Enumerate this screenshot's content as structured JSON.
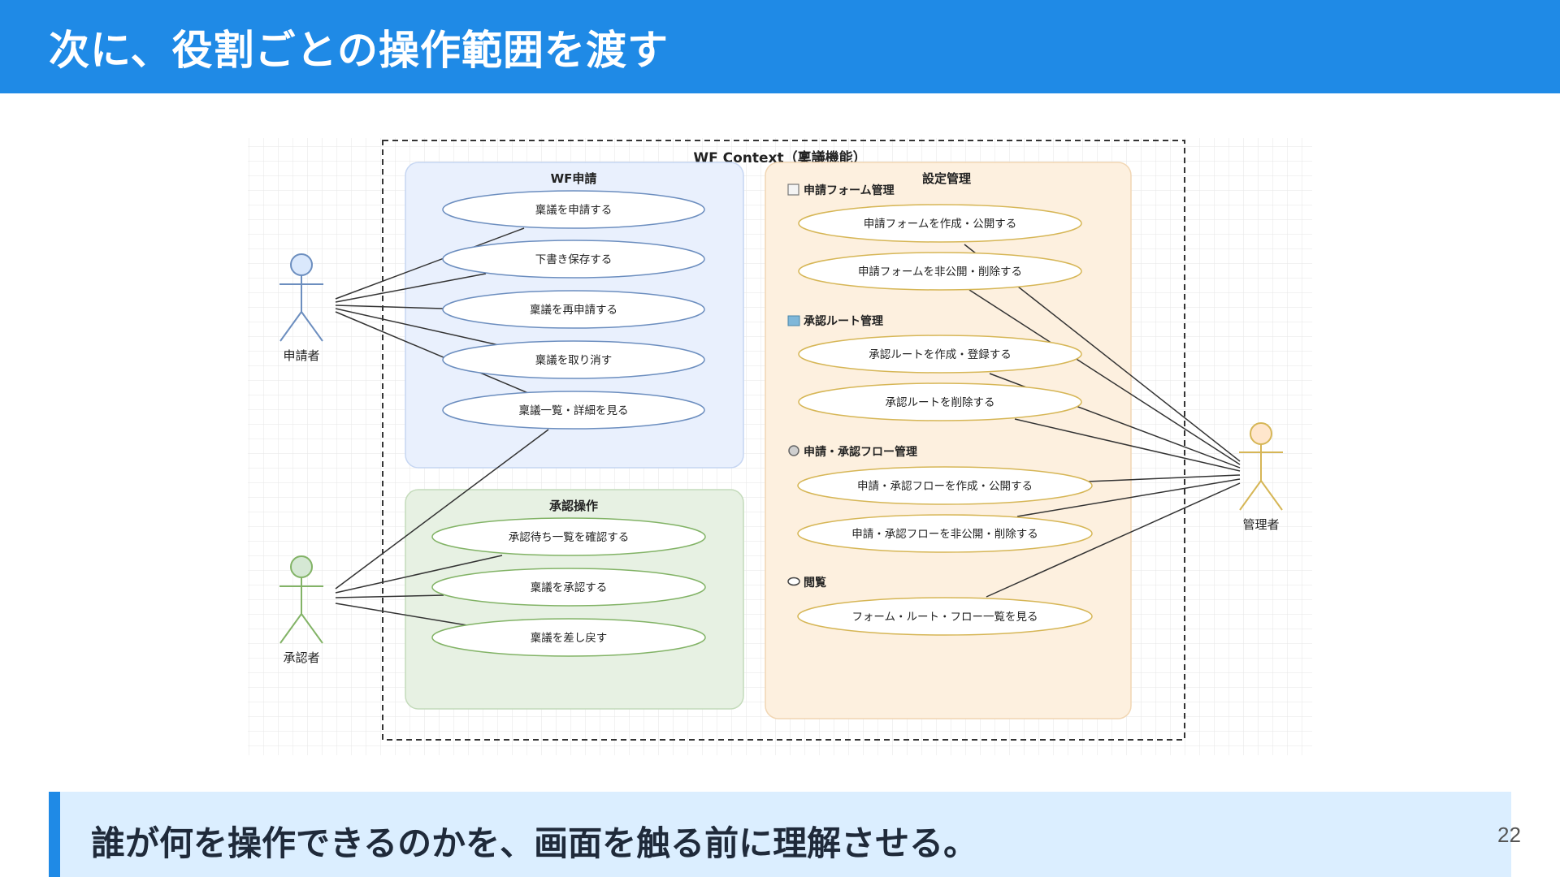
{
  "slide": {
    "title": "次に、役割ごとの操作範囲を渡す",
    "callout": "誰が何を操作できるのかを、画面を触る前に理解させる。",
    "page_number": "22"
  },
  "diagram": {
    "context_label": "WF Context（稟議機能）",
    "groups": {
      "wf_apply": "WF申請",
      "approval_ops": "承認操作",
      "settings": "設定管理"
    },
    "sections": {
      "form_mgmt": "申請フォーム管理",
      "route_mgmt": "承認ルート管理",
      "flow_mgmt": "申請・承認フロー管理",
      "view": "閲覧"
    },
    "actors": {
      "applicant": "申請者",
      "approver": "承認者",
      "admin": "管理者"
    },
    "usecases": {
      "apply": "稟議を申請する",
      "draft_save": "下書き保存する",
      "reapply": "稟議を再申請する",
      "withdraw": "稟議を取り消す",
      "list_detail": "稟議一覧・詳細を見る",
      "pending_list": "承認待ち一覧を確認する",
      "approve": "稟議を承認する",
      "send_back": "稟議を差し戻す",
      "form_create": "申請フォームを作成・公開する",
      "form_unpublish": "申請フォームを非公開・削除する",
      "route_create": "承認ルートを作成・登録する",
      "route_delete": "承認ルートを削除する",
      "flow_create": "申請・承認フローを作成・公開する",
      "flow_unpublish": "申請・承認フローを非公開・削除する",
      "view_all": "フォーム・ルート・フロー一覧を見る"
    },
    "colors": {
      "header_blue": "#1f8ae6",
      "wf_group_fill": "#e9f0fd",
      "approval_group_fill": "#e7f1e3",
      "settings_group_fill": "#fdf0df",
      "applicant_color": "#6c8ebf",
      "approver_color": "#82b366",
      "admin_color": "#d6b656"
    },
    "section_icons": {
      "form_mgmt": "document-icon",
      "route_mgmt": "map-icon",
      "flow_mgmt": "gear-icon",
      "view": "eye-icon"
    }
  }
}
